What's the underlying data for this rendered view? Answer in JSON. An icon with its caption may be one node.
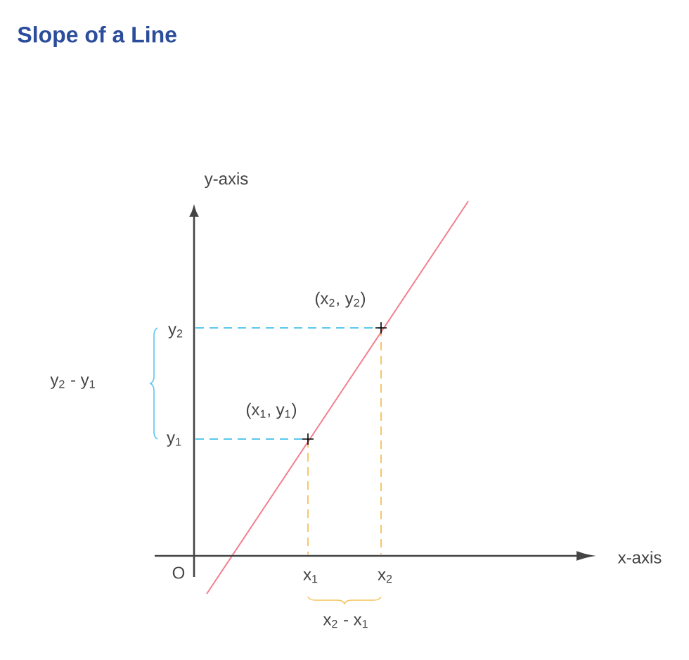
{
  "diagram": {
    "title": "Slope of a Line",
    "labels": [
      "y-axis",
      "(x$_{2}$, y$_{2}$)",
      "y$_{2}$",
      "y$_{2}$ - y$_{1}$",
      "(x$_{1}$, y$_{1}$)",
      "y$_{1}$",
      "O",
      "x$_{1}$",
      "x$_{2}$",
      "x-axis",
      "x$_{2}$ - x$_{1}$"
    ]
  }
}
